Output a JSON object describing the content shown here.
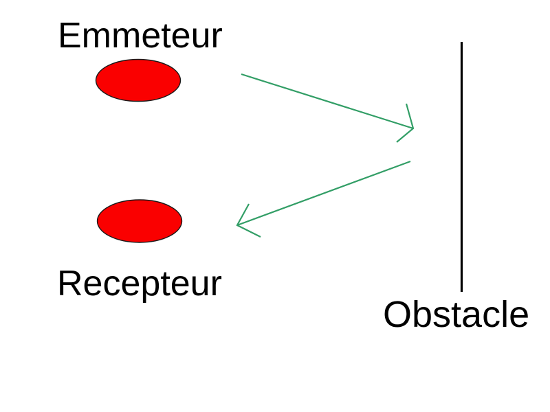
{
  "labels": {
    "emitter": "Emmeteur",
    "receiver": "Recepteur",
    "obstacle": "Obstacle"
  },
  "colors": {
    "background": "#ffffff",
    "text": "#000000",
    "node_fill": "#fa0000",
    "node_outline": "#1a1a1a",
    "arrow": "#329e66",
    "obstacle_line": "#000000"
  },
  "diagram": {
    "nodes": [
      {
        "id": "emitter",
        "label": "Emmeteur",
        "shape": "ellipse"
      },
      {
        "id": "receiver",
        "label": "Recepteur",
        "shape": "ellipse"
      },
      {
        "id": "obstacle",
        "label": "Obstacle",
        "shape": "vertical-line"
      }
    ],
    "edges": [
      {
        "from": "emitter",
        "to": "obstacle",
        "type": "arrow"
      },
      {
        "from": "obstacle",
        "to": "receiver",
        "type": "arrow"
      }
    ]
  }
}
